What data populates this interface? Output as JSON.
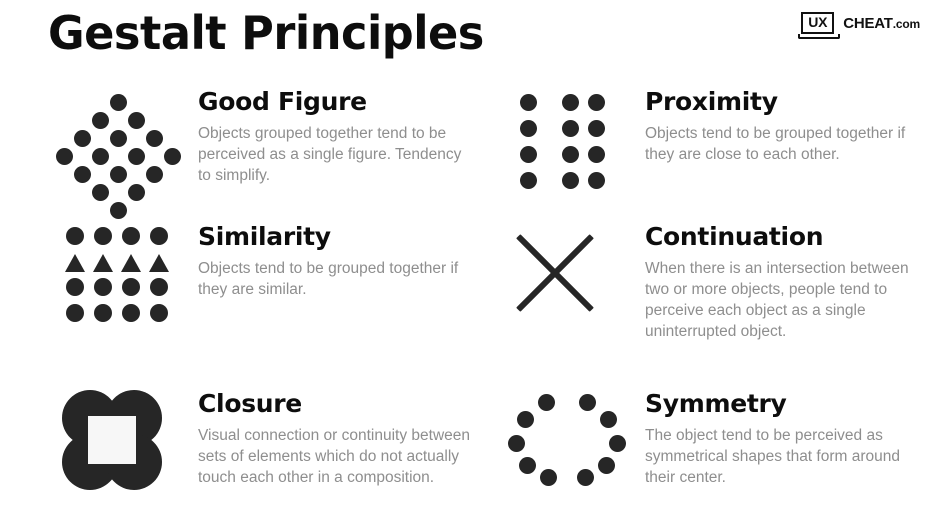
{
  "header": {
    "title": "Gestalt Principles",
    "logo": {
      "mark_text": "UX",
      "brand": "CHEAT",
      "tld": ".com"
    }
  },
  "colors": {
    "background": "#ffffff",
    "title": "#0d0d0d",
    "shape": "#262626",
    "description": "#8e8e8e"
  },
  "principles": [
    {
      "id": "good-figure",
      "title": "Good Figure",
      "description": "Objects grouped together tend to be perceived as a single figure. Tendency to simplify.",
      "icon": "diamond-dot-lattice-icon"
    },
    {
      "id": "proximity",
      "title": "Proximity",
      "description": "Objects tend to be grouped together if they are close to each other.",
      "icon": "grouped-dot-columns-icon"
    },
    {
      "id": "similarity",
      "title": "Similarity",
      "description": "Objects tend to be grouped together if they are similar.",
      "icon": "circle-triangle-grid-icon"
    },
    {
      "id": "continuation",
      "title": "Continuation",
      "description": "When there is an intersection between two or more objects, people tend to perceive each object as a single uninterrupted object.",
      "icon": "crossing-lines-x-icon"
    },
    {
      "id": "closure",
      "title": "Closure",
      "description": "Visual connection or continuity between sets of elements which do not actually touch each other in a composition.",
      "icon": "kanizsa-square-icon"
    },
    {
      "id": "symmetry",
      "title": "Symmetry",
      "description": "The object tend to be perceived as symmetrical shapes that form around their center.",
      "icon": "mirrored-dot-arcs-icon"
    }
  ]
}
